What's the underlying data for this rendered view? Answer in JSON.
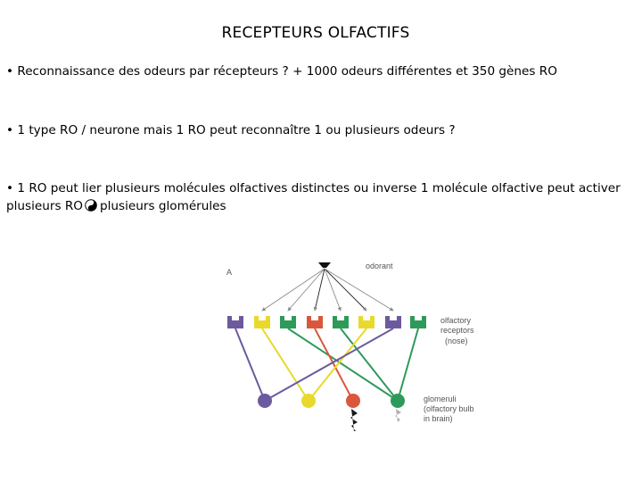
{
  "slide": {
    "title": "RECEPTEURS OLFACTIFS",
    "bullets": [
      {
        "marker": "•",
        "text": "Reconnaissance des odeurs par récepteurs ? + 1000 odeurs différentes et 350 gènes RO"
      },
      {
        "marker": "•",
        "text": "1 type RO / neurone mais 1 RO peut reconnaître 1 ou plusieurs odeurs ?"
      },
      {
        "marker": "•",
        "text_part1": "1 RO peut lier plusieurs molécules olfactives distinctes ou inverse 1 molécule olfactive peut activer plusieurs RO",
        "symbol_icon": "yin-yang-icon",
        "text_part2": "plusieurs glomérules"
      }
    ]
  },
  "figure": {
    "panel_label": "A",
    "odorant_label": "odorant",
    "receptors_label": [
      "olfactory",
      "receptors",
      "(nose)"
    ],
    "glomeruli_label": [
      "glomeruli",
      "(olfactory bulb",
      "in brain)"
    ],
    "colors": {
      "purple": "#6d5a9e",
      "yellow": "#e8d92c",
      "green": "#2e9a5a",
      "red": "#d9573c",
      "arrow": "#8a8a8a",
      "odorant": "#111111"
    },
    "receptor_colors": [
      "purple",
      "yellow",
      "green",
      "red",
      "green",
      "yellow",
      "purple",
      "green"
    ],
    "glomerulus_colors": [
      "purple",
      "yellow",
      "red",
      "green"
    ],
    "activated_receptors": [
      3,
      5
    ]
  }
}
